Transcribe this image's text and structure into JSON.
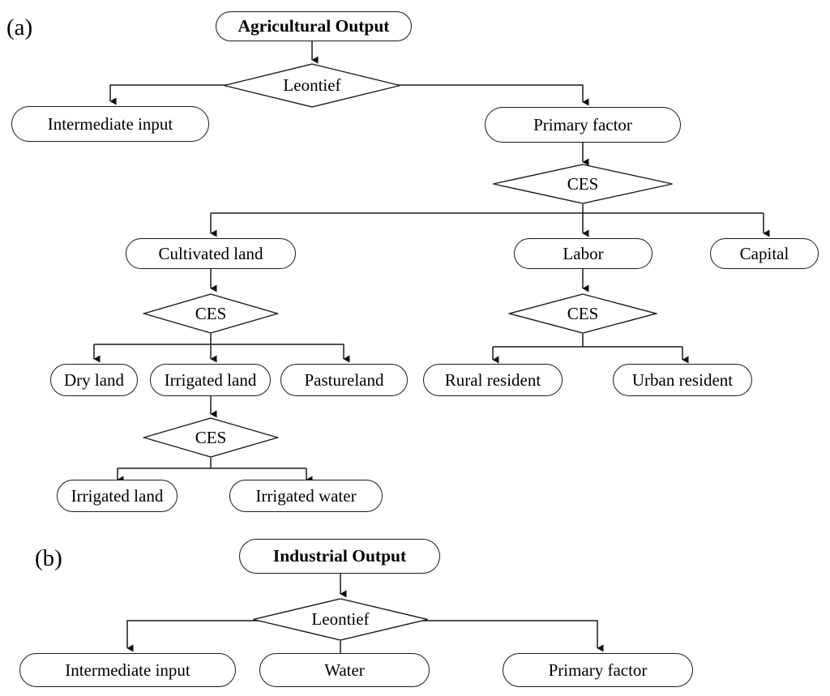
{
  "figure": {
    "panels": [
      {
        "id": "a",
        "label": "(a)",
        "root": "Agricultural Output",
        "nodes": [
          {
            "key": "agricultural_output",
            "label": "Agricultural Output",
            "bold": true
          },
          {
            "key": "a_leontief",
            "label": "Leontief",
            "shape": "diamond"
          },
          {
            "key": "a_intermediate_input",
            "label": "Intermediate input"
          },
          {
            "key": "a_primary_factor",
            "label": "Primary factor"
          },
          {
            "key": "a_ces_primary",
            "label": "CES",
            "shape": "diamond"
          },
          {
            "key": "a_cultivated_land",
            "label": "Cultivated land"
          },
          {
            "key": "a_labor",
            "label": "Labor"
          },
          {
            "key": "a_capital",
            "label": "Capital"
          },
          {
            "key": "a_ces_land",
            "label": "CES",
            "shape": "diamond"
          },
          {
            "key": "a_ces_labor",
            "label": "CES",
            "shape": "diamond"
          },
          {
            "key": "a_dry_land",
            "label": "Dry land"
          },
          {
            "key": "a_irrigated_land",
            "label": "Irrigated land"
          },
          {
            "key": "a_pastureland",
            "label": "Pastureland"
          },
          {
            "key": "a_rural_resident",
            "label": "Rural resident"
          },
          {
            "key": "a_urban_resident",
            "label": "Urban resident"
          },
          {
            "key": "a_ces_irrigated",
            "label": "CES",
            "shape": "diamond"
          },
          {
            "key": "a_irrigated_land_2",
            "label": "Irrigated land"
          },
          {
            "key": "a_irrigated_water",
            "label": "Irrigated water"
          }
        ]
      },
      {
        "id": "b",
        "label": "(b)",
        "root": "Industrial Output",
        "nodes": [
          {
            "key": "industrial_output",
            "label": "Industrial Output",
            "bold": true
          },
          {
            "key": "b_leontief",
            "label": "Leontief",
            "shape": "diamond"
          },
          {
            "key": "b_intermediate_input",
            "label": "Intermediate input"
          },
          {
            "key": "b_water",
            "label": "Water"
          },
          {
            "key": "b_primary_factor",
            "label": "Primary factor"
          }
        ]
      }
    ],
    "colors": {
      "stroke": "#1a1a1a",
      "background": "#ffffff",
      "text": "#000000"
    }
  }
}
